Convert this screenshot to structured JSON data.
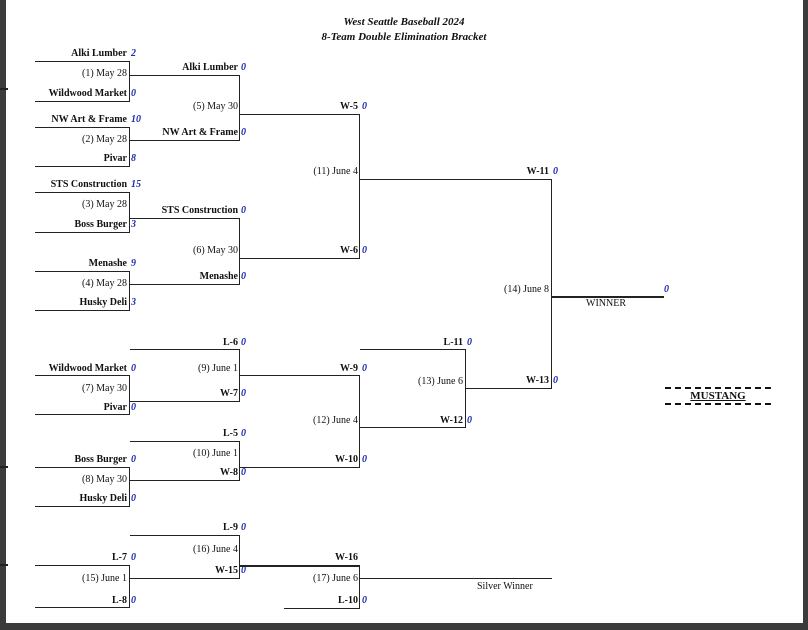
{
  "header": {
    "title": "West Seattle Baseball 2024",
    "subtitle": "8-Team Double Elimination Bracket"
  },
  "round1": [
    {
      "team": "Alki Lumber",
      "score": "2"
    },
    {
      "game": "(1) May 28"
    },
    {
      "team": "Wildwood Market",
      "score": "0"
    },
    {
      "team": "NW Art & Frame",
      "score": "10"
    },
    {
      "game": "(2) May 28"
    },
    {
      "team": "Pivar",
      "score": "8"
    },
    {
      "team": "STS Construction",
      "score": "15"
    },
    {
      "game": "(3) May 28"
    },
    {
      "team": "Boss Burger",
      "score": "3"
    },
    {
      "team": "Menashe",
      "score": "9"
    },
    {
      "game": "(4) May 28"
    },
    {
      "team": "Husky Deli",
      "score": "3"
    }
  ],
  "round2": [
    {
      "team": "Alki Lumber",
      "score": "0"
    },
    {
      "game": "(5) May 30"
    },
    {
      "team": "NW Art & Frame",
      "score": "0"
    },
    {
      "team": "STS Construction",
      "score": "0"
    },
    {
      "game": "(6) May 30"
    },
    {
      "team": "Menashe",
      "score": "0"
    }
  ],
  "round3": [
    {
      "team": "W-5",
      "score": "0"
    },
    {
      "game": "(11) June 4"
    },
    {
      "team": "W-6",
      "score": "0"
    }
  ],
  "final": [
    {
      "team": "W-11",
      "score": "0"
    },
    {
      "game": "(14) June 8"
    },
    {
      "team": "W-13",
      "score": "0"
    },
    {
      "winner_score": "0",
      "winner_label": "WINNER"
    }
  ],
  "losers": [
    {
      "team": "L-6",
      "score": "0"
    },
    {
      "game": "(9) June 1"
    },
    {
      "team": "W-7",
      "score": "0"
    },
    {
      "team": "Wildwood Market",
      "score": "0"
    },
    {
      "game": "(7) May 30"
    },
    {
      "team": "Pivar",
      "score": "0"
    },
    {
      "team": "L-5",
      "score": "0"
    },
    {
      "game": "(10) June 1"
    },
    {
      "team": "W-8",
      "score": "0"
    },
    {
      "team": "Boss Burger",
      "score": "0"
    },
    {
      "game": "(8) May 30"
    },
    {
      "team": "Husky Deli",
      "score": "0"
    },
    {
      "team": "W-9",
      "score": "0"
    },
    {
      "game": "(12) June 4"
    },
    {
      "team": "W-10",
      "score": "0"
    },
    {
      "team": "L-11",
      "score": "0"
    },
    {
      "game": "(13) June 6"
    },
    {
      "team": "W-12",
      "score": "0"
    }
  ],
  "silver": [
    {
      "team": "L-9",
      "score": "0"
    },
    {
      "game": "(16) June 4"
    },
    {
      "team": "W-15",
      "score": "0"
    },
    {
      "team": "L-7",
      "score": "0"
    },
    {
      "game": "(15) June 1"
    },
    {
      "team": "L-8",
      "score": "0"
    },
    {
      "team": "W-16",
      "score": ""
    },
    {
      "game": "(17) June 6"
    },
    {
      "team": "L-10",
      "score": "0"
    },
    {
      "label": "Silver Winner"
    }
  ],
  "logo": {
    "text": "MUSTANG"
  }
}
